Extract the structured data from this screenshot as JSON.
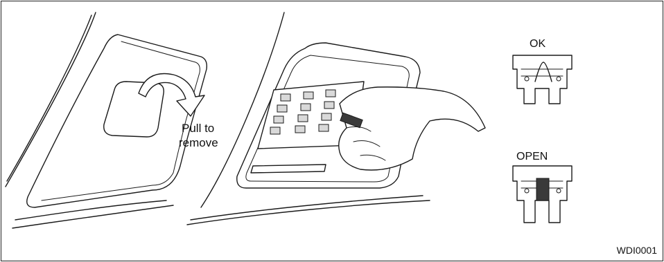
{
  "labels": {
    "pull_to": "Pull to",
    "remove": "remove",
    "ok": "OK",
    "open": "OPEN",
    "figure_id": "WDI0001"
  },
  "colors": {
    "line": "#1a1a1a",
    "background": "#ffffff",
    "shade": "#d9d9d9"
  }
}
